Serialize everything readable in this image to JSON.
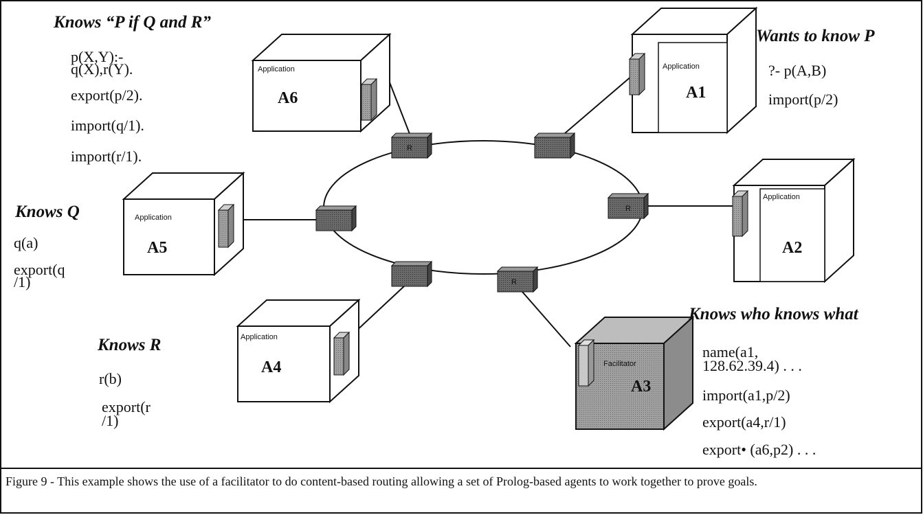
{
  "agents": {
    "a6": {
      "box_label": "Application",
      "name": "A6",
      "heading": "Knows “P if Q and R”",
      "lines": [
        "p(X,Y):-",
        "q(X),r(Y).",
        "export(p/2).",
        "import(q/1).",
        "import(r/1)."
      ]
    },
    "a1": {
      "box_label": "Application",
      "name": "A1",
      "heading": "Wants to know P",
      "lines": [
        "?- p(A,B)",
        "import(p/2)"
      ]
    },
    "a2": {
      "box_label": "Application",
      "name": "A2"
    },
    "a5": {
      "box_label": "Application",
      "name": "A5",
      "heading": "Knows Q",
      "lines": [
        "q(a)",
        "export(q",
        "/1)"
      ]
    },
    "a4": {
      "box_label": "Application",
      "name": "A4",
      "heading": "Knows R",
      "lines": [
        "r(b)",
        "export(r",
        "/1)"
      ]
    },
    "a3": {
      "box_label": "Facilitator",
      "name": "A3",
      "heading": "Knows who knows what",
      "lines": [
        "name(a1,",
        "128.62.39.4)  . . .",
        "import(a1,p/2)",
        "export(a4,r/1)",
        "export•  (a6,p2) . . ."
      ]
    }
  },
  "node_marks": {
    "a6_node": "R",
    "a2_node": "R",
    "a3_node": "R"
  },
  "caption": "Figure 9 - This example shows the use of a facilitator to do content-based routing allowing a set of Prolog-based agents to work together to prove goals.",
  "colors": {
    "box_fill": "#ffffff",
    "facilitator_fill": "#a9a9a9",
    "node_fill": "#6e6e6e",
    "port_fill": "#b0b0b0",
    "line": "#111111"
  }
}
